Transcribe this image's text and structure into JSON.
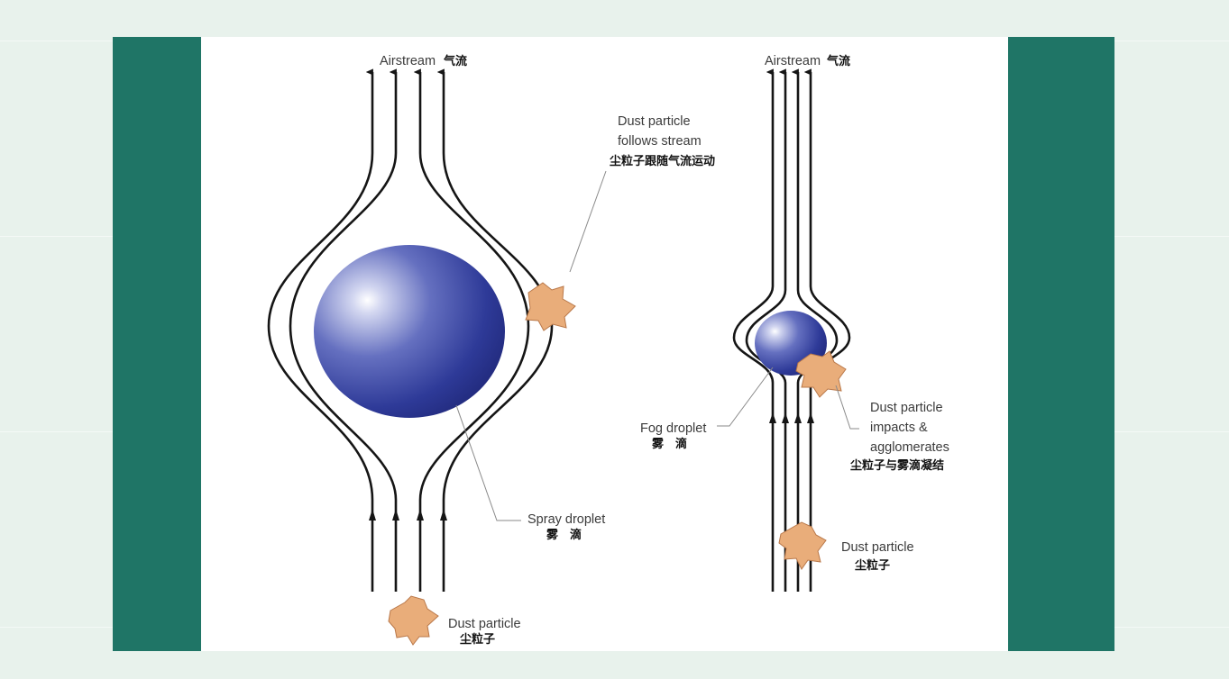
{
  "colors": {
    "background": "#e8f2ec",
    "side_band": "#1f7566",
    "panel": "#ffffff",
    "dust": "#e9ad7a",
    "droplet": "#3c4aa6"
  },
  "left_diagram": {
    "airstream": {
      "en": "Airstream",
      "zh": "气流"
    },
    "dust_follows": {
      "line1": "Dust particle",
      "line2": "follows stream",
      "zh": "尘粒子跟随气流运动"
    },
    "spray_droplet": {
      "en": "Spray droplet",
      "zh": "雾　滴"
    },
    "dust_particle": {
      "en": "Dust particle",
      "zh": "尘粒子"
    }
  },
  "right_diagram": {
    "airstream": {
      "en": "Airstream",
      "zh": "气流"
    },
    "fog_droplet": {
      "en": "Fog droplet",
      "zh": "雾　滴"
    },
    "dust_impacts": {
      "line1": "Dust particle",
      "line2": "impacts &",
      "line3": "agglomerates",
      "zh": "尘粒子与雾滴凝结"
    },
    "dust_particle": {
      "en": "Dust particle",
      "zh": "尘粒子"
    }
  }
}
